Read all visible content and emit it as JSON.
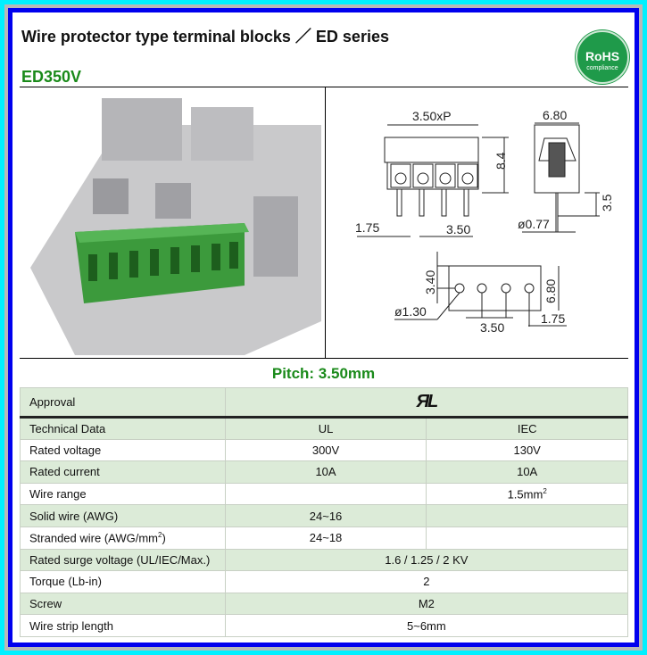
{
  "header": {
    "title": "Wire protector type terminal blocks ／ ED series",
    "model": "ED350V",
    "rohs": {
      "main": "RoHS",
      "sub": "compliance"
    }
  },
  "drawing": {
    "dims": [
      "3.50xP",
      "6.80",
      "8.4",
      "3.5",
      "1.75",
      "3.50",
      "ø0.77",
      "3.40",
      "6.80",
      "ø1.30",
      "3.50",
      "1.75"
    ]
  },
  "pitch": "Pitch: 3.50mm",
  "table": {
    "approval_label": "Approval",
    "approval_icon": "ul-recognized-mark",
    "header": [
      "Technical Data",
      "UL",
      "IEC"
    ],
    "rows": [
      {
        "label": "Rated voltage",
        "ul": "300V",
        "iec": "130V"
      },
      {
        "label": "Rated current",
        "ul": "10A",
        "iec": "10A"
      },
      {
        "label": "Wire range",
        "ul": "",
        "iec": "1.5mm",
        "iec_sup": "2"
      },
      {
        "label": "Solid wire (AWG)",
        "ul": "24~16",
        "iec": ""
      },
      {
        "label": "Stranded wire (AWG/mm",
        "label_sup": "2",
        "label_end": ")",
        "ul": "24~18",
        "iec": ""
      },
      {
        "label": "Rated surge voltage (UL/IEC/Max.)",
        "both": "1.6 / 1.25 / 2 KV"
      },
      {
        "label": "Torque (Lb-in)",
        "both": "2"
      },
      {
        "label": "Screw",
        "both": "M2"
      },
      {
        "label": "Wire strip length",
        "both": "5~6mm"
      }
    ]
  },
  "colors": {
    "accent_green": "#1a8a1a",
    "row_green": "#dcebd8",
    "border_blue": "#0000ee",
    "border_cyan": "#00f0ff"
  }
}
